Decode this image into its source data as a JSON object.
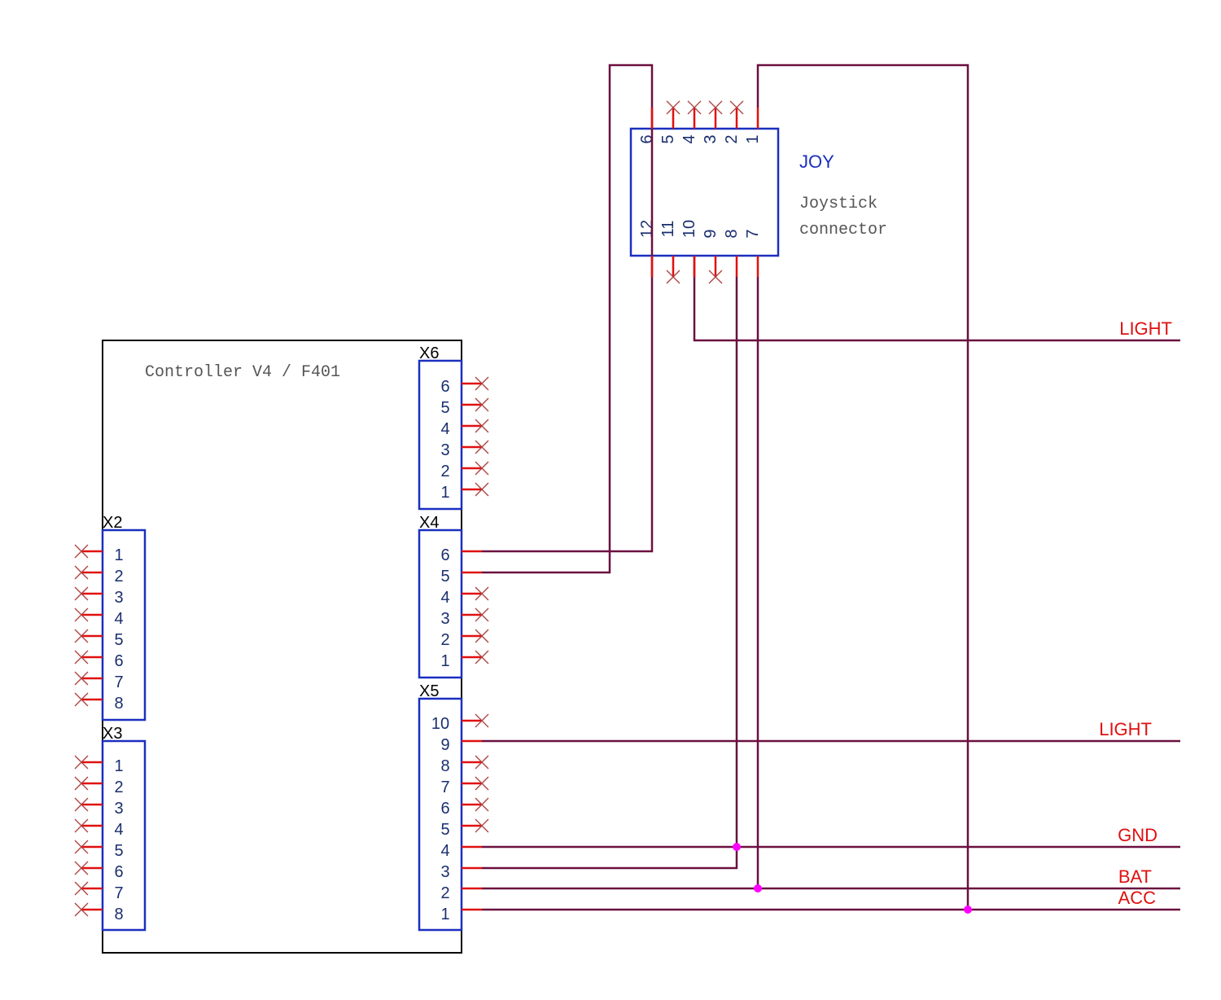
{
  "colors": {
    "wire": "#6b1040",
    "pin": "#e01010",
    "nc": "#e01010",
    "junction": "#ff00ff",
    "connector": "#1a2fbf",
    "outline": "#000000",
    "pinnum": "#1a2f6f",
    "netlabel": "#e01010",
    "description": "#555555",
    "refdes": "#000000"
  },
  "controller": {
    "title": "Controller V4 / F401"
  },
  "joystick": {
    "refdes": "JOY",
    "desc_line1": "Joystick",
    "desc_line2": "connector",
    "top_pins": [
      "6",
      "5",
      "4",
      "3",
      "2",
      "1"
    ],
    "bottom_pins": [
      "12",
      "11",
      "10",
      "9",
      "8",
      "7"
    ]
  },
  "connectors": {
    "x6": {
      "label": "X6",
      "pins": [
        "6",
        "5",
        "4",
        "3",
        "2",
        "1"
      ]
    },
    "x4": {
      "label": "X4",
      "pins": [
        "6",
        "5",
        "4",
        "3",
        "2",
        "1"
      ]
    },
    "x5": {
      "label": "X5",
      "pins": [
        "10",
        "9",
        "8",
        "7",
        "6",
        "5",
        "4",
        "3",
        "2",
        "1"
      ]
    },
    "x2": {
      "label": "X2",
      "pins": [
        "1",
        "2",
        "3",
        "4",
        "5",
        "6",
        "7",
        "8"
      ]
    },
    "x3": {
      "label": "X3",
      "pins": [
        "1",
        "2",
        "3",
        "4",
        "5",
        "6",
        "7",
        "8"
      ]
    }
  },
  "nets": {
    "light_top": "LIGHT",
    "light_mid": "LIGHT",
    "gnd": "GND",
    "bat": "BAT",
    "acc": "ACC"
  }
}
